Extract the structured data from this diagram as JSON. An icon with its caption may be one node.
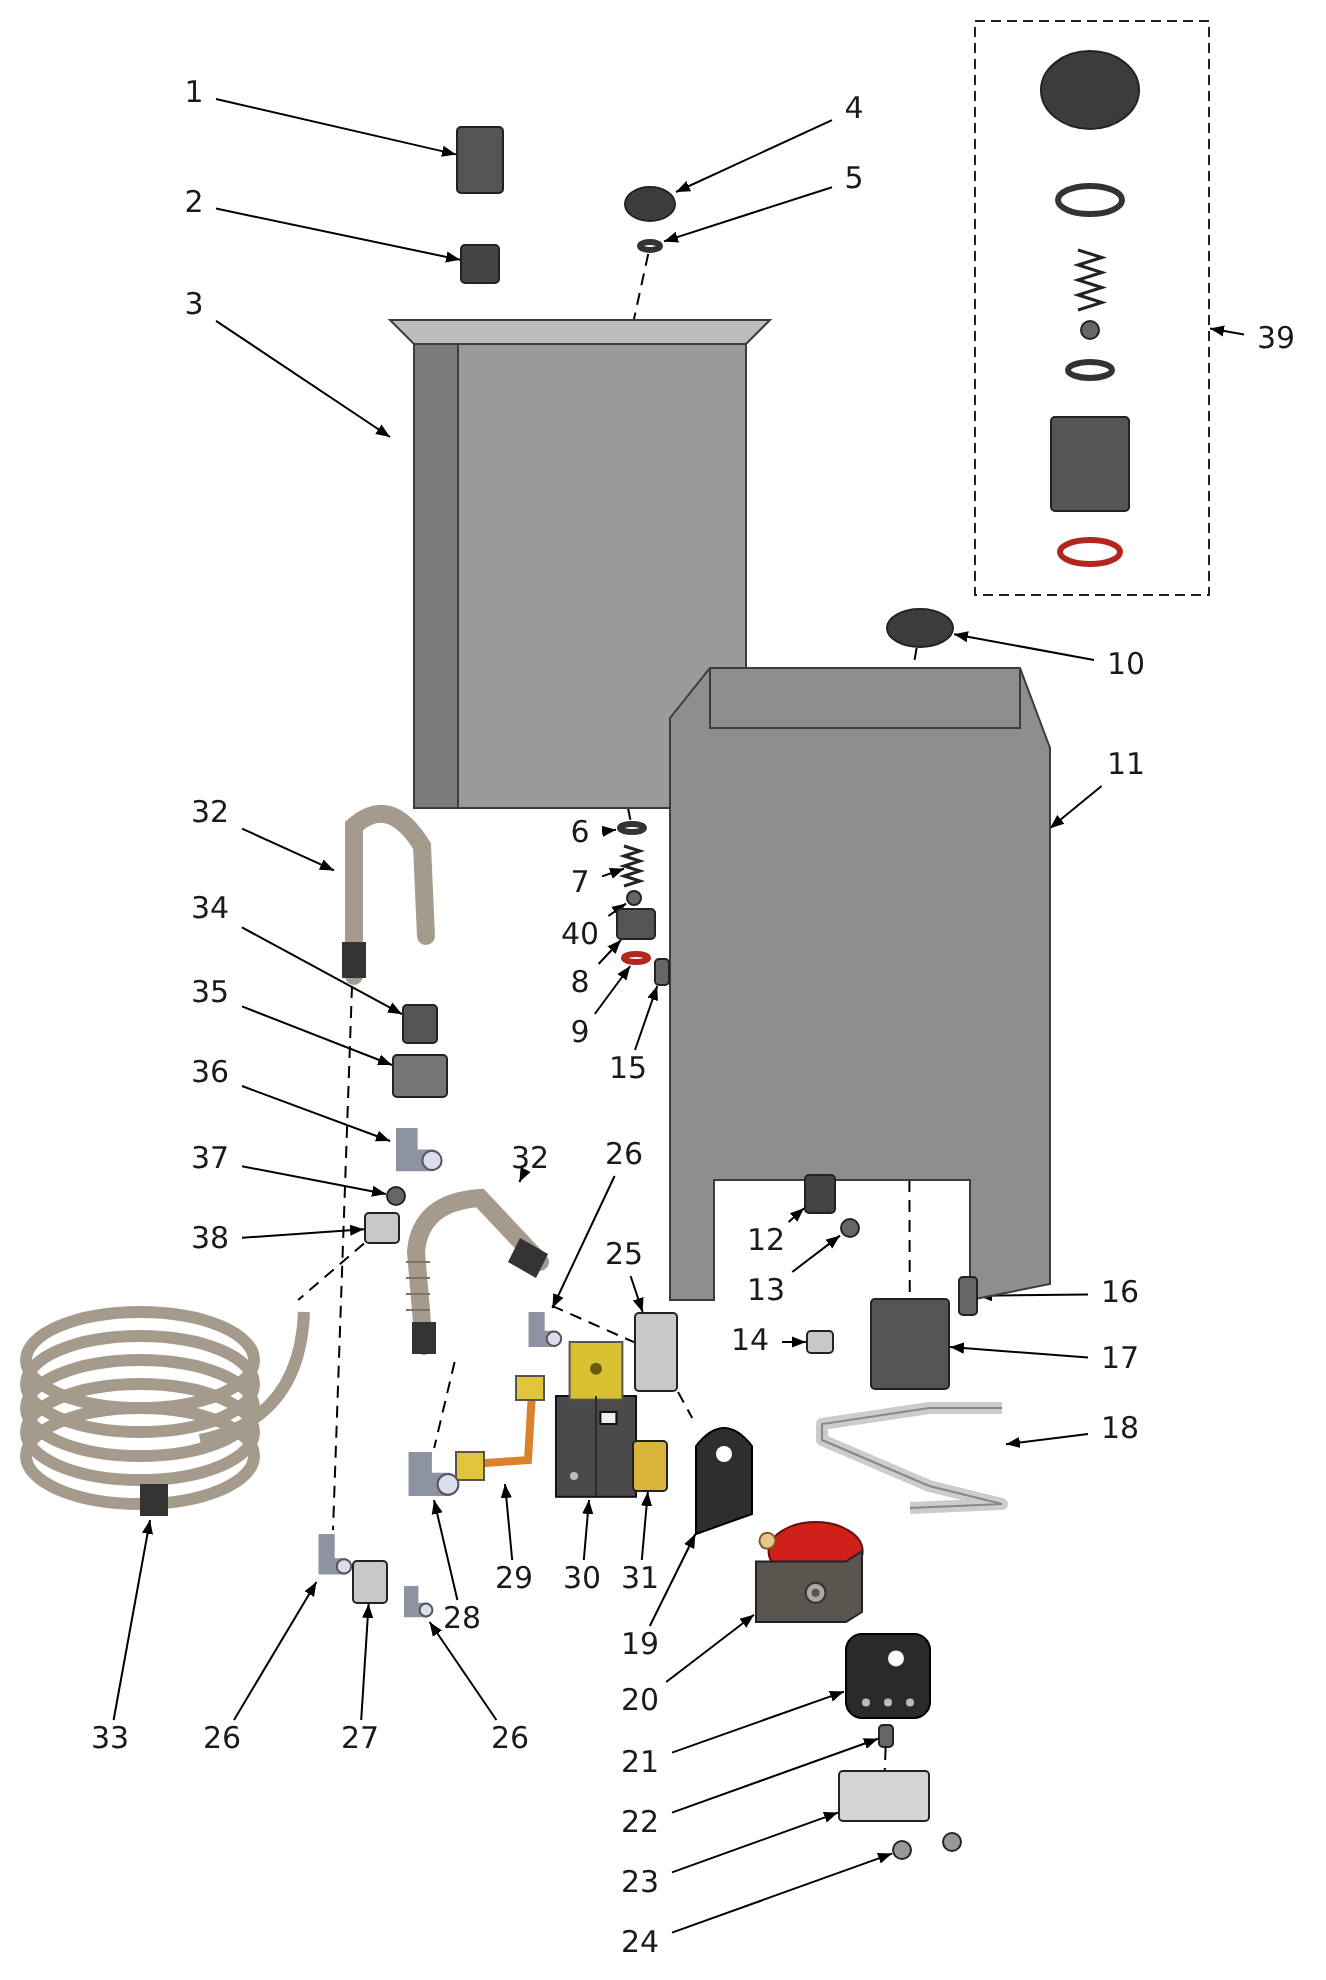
{
  "diagram": {
    "nodes": [
      {
        "text": [
          "1"
        ]
      },
      {
        "text": [],
        "shape": "box"
      },
      {
        "text": [
          "2"
        ]
      },
      {
        "text": [],
        "shape": "box"
      },
      {
        "text": [
          "3"
        ]
      },
      {
        "text": [],
        "shape": "picture"
      },
      {
        "text": [
          "4"
        ]
      },
      {
        "text": [],
        "shape": "circle"
      },
      {
        "text": [
          "5"
        ]
      },
      {
        "text": [],
        "shape": "circle"
      },
      {
        "text": [
          "39"
        ]
      },
      {
        "text": [],
        "shape": "box"
      },
      {
        "text": [],
        "shape": "circle",
        "in": 11
      },
      {
        "text": [],
        "shape": "circle",
        "in": 11
      },
      {
        "text": [],
        "shape": "picture",
        "in": 11
      },
      {
        "text": [],
        "shape": "circle",
        "in": 11
      },
      {
        "text": [],
        "shape": "circle",
        "in": 11
      },
      {
        "text": [],
        "shape": "box",
        "in": 11
      },
      {
        "text": [],
        "shape": "circle",
        "in": 11
      },
      {
        "text": [
          "10"
        ]
      },
      {
        "text": [],
        "shape": "circle"
      },
      {
        "text": [
          "11"
        ]
      },
      {
        "text": [],
        "shape": "picture"
      },
      {
        "text": [
          "6"
        ]
      },
      {
        "text": [],
        "shape": "circle"
      },
      {
        "text": [
          "7"
        ]
      },
      {
        "text": [],
        "shape": "picture"
      },
      {
        "text": [
          "40"
        ]
      },
      {
        "text": [],
        "shape": "circle"
      },
      {
        "text": [
          "8"
        ]
      },
      {
        "text": [],
        "shape": "box"
      },
      {
        "text": [
          "9"
        ]
      },
      {
        "text": [],
        "shape": "circle"
      },
      {
        "text": [
          "15"
        ]
      },
      {
        "text": [],
        "shape": "box"
      },
      {
        "text": [
          "32"
        ]
      },
      {
        "text": [],
        "shape": "picture"
      },
      {
        "text": [
          "34"
        ]
      },
      {
        "text": [],
        "shape": "box"
      },
      {
        "text": [
          "35"
        ]
      },
      {
        "text": [],
        "shape": "box"
      },
      {
        "text": [
          "36"
        ]
      },
      {
        "text": [],
        "shape": "picture"
      },
      {
        "text": [
          "37"
        ]
      },
      {
        "text": [],
        "shape": "circle"
      },
      {
        "text": [
          "38"
        ]
      },
      {
        "text": [],
        "shape": "box"
      },
      {
        "text": [
          "32"
        ]
      },
      {
        "text": [],
        "shape": "picture"
      },
      {
        "text": [
          "26"
        ]
      },
      {
        "text": [],
        "shape": "picture"
      },
      {
        "text": [
          "25"
        ]
      },
      {
        "text": [],
        "shape": "box"
      },
      {
        "text": [
          "12"
        ]
      },
      {
        "text": [],
        "shape": "box"
      },
      {
        "text": [
          "13"
        ]
      },
      {
        "text": [],
        "shape": "circle"
      },
      {
        "text": [
          "16"
        ]
      },
      {
        "text": [],
        "shape": "box"
      },
      {
        "text": [
          "14"
        ]
      },
      {
        "text": [],
        "shape": "box"
      },
      {
        "text": [
          "17"
        ]
      },
      {
        "text": [],
        "shape": "box"
      },
      {
        "text": [
          "18"
        ]
      },
      {
        "text": [],
        "shape": "picture"
      },
      {
        "text": [
          "29"
        ]
      },
      {
        "text": [],
        "shape": "picture"
      },
      {
        "text": [
          "30"
        ]
      },
      {
        "text": [],
        "shape": "picture"
      },
      {
        "text": [
          "31"
        ]
      },
      {
        "text": [],
        "shape": "box"
      },
      {
        "text": [
          "28"
        ]
      },
      {
        "text": [],
        "shape": "picture"
      },
      {
        "text": [
          "19"
        ]
      },
      {
        "text": [],
        "shape": "picture"
      },
      {
        "text": [
          "20"
        ]
      },
      {
        "text": [],
        "shape": "picture"
      },
      {
        "text": [
          "21"
        ]
      },
      {
        "text": [],
        "shape": "picture"
      },
      {
        "text": [
          "22"
        ]
      },
      {
        "text": [],
        "shape": "box"
      },
      {
        "text": [
          "23"
        ]
      },
      {
        "text": [],
        "shape": "box"
      },
      {
        "text": [
          "24"
        ]
      },
      {
        "text": [],
        "shape": "circle"
      },
      {
        "text": [
          "33"
        ]
      },
      {
        "text": [],
        "shape": "picture"
      },
      {
        "text": [
          "26"
        ]
      },
      {
        "text": [],
        "shape": "picture"
      },
      {
        "text": [
          "27"
        ]
      },
      {
        "text": [],
        "shape": "box"
      },
      {
        "text": [
          "26"
        ]
      },
      {
        "text": [],
        "shape": "picture"
      },
      {
        "text": [],
        "shape": "circle"
      }
    ],
    "edges": [
      {
        "from": 0,
        "to": 1,
        "arrow": "to"
      },
      {
        "from": 2,
        "to": 3,
        "arrow": "to"
      },
      {
        "from": 4,
        "to": 5,
        "arrow": "to"
      },
      {
        "from": 6,
        "to": 7,
        "arrow": "to"
      },
      {
        "from": 8,
        "to": 9,
        "arrow": "to"
      },
      {
        "from": 10,
        "to": 11,
        "arrow": "to"
      },
      {
        "from": 19,
        "to": 20,
        "arrow": "to"
      },
      {
        "from": 21,
        "to": 22,
        "arrow": "to"
      },
      {
        "from": 23,
        "to": 24,
        "arrow": "to"
      },
      {
        "from": 25,
        "to": 26,
        "arrow": "to"
      },
      {
        "from": 27,
        "to": 28,
        "arrow": "to"
      },
      {
        "from": 29,
        "to": 30,
        "arrow": "to"
      },
      {
        "from": 31,
        "to": 32,
        "arrow": "to"
      },
      {
        "from": 33,
        "to": 34,
        "arrow": "to"
      },
      {
        "from": 35,
        "to": 36,
        "arrow": "to"
      },
      {
        "from": 37,
        "to": 38,
        "arrow": "to"
      },
      {
        "from": 39,
        "to": 40,
        "arrow": "to"
      },
      {
        "from": 41,
        "to": 42,
        "arrow": "to"
      },
      {
        "from": 43,
        "to": 44,
        "arrow": "to"
      },
      {
        "from": 45,
        "to": 46,
        "arrow": "to"
      },
      {
        "from": 47,
        "to": 48,
        "arrow": "to"
      },
      {
        "from": 49,
        "to": 50,
        "arrow": "to"
      },
      {
        "from": 51,
        "to": 52,
        "arrow": "to"
      },
      {
        "from": 53,
        "to": 54,
        "arrow": "to"
      },
      {
        "from": 55,
        "to": 56,
        "arrow": "to"
      },
      {
        "from": 57,
        "to": 58,
        "arrow": "to"
      },
      {
        "from": 59,
        "to": 60,
        "arrow": "to"
      },
      {
        "from": 61,
        "to": 62,
        "arrow": "to"
      },
      {
        "from": 63,
        "to": 64,
        "arrow": "to"
      },
      {
        "from": 65,
        "to": 66,
        "arrow": "to"
      },
      {
        "from": 67,
        "to": 68,
        "arrow": "to"
      },
      {
        "from": 69,
        "to": 70,
        "arrow": "to"
      },
      {
        "from": 71,
        "to": 72,
        "arrow": "to"
      },
      {
        "from": 73,
        "to": 74,
        "arrow": "to"
      },
      {
        "from": 75,
        "to": 76,
        "arrow": "to"
      },
      {
        "from": 77,
        "to": 78,
        "arrow": "to"
      },
      {
        "from": 79,
        "to": 80,
        "arrow": "to"
      },
      {
        "from": 81,
        "to": 82,
        "arrow": "to"
      },
      {
        "from": 83,
        "to": 84,
        "arrow": "to"
      },
      {
        "from": 85,
        "to": 86,
        "arrow": "to"
      },
      {
        "from": 87,
        "to": 88,
        "arrow": "to"
      },
      {
        "from": 89,
        "to": 90,
        "arrow": "to"
      },
      {
        "from": 91,
        "to": 92,
        "arrow": "to"
      },
      {
        "from": 9,
        "to": 5,
        "arrow": "none",
        "style": "dashed"
      },
      {
        "from": 5,
        "to": 24,
        "arrow": "none",
        "style": "dashed"
      },
      {
        "from": 20,
        "to": 22,
        "arrow": "none",
        "style": "dashed"
      },
      {
        "from": 22,
        "to": 62,
        "arrow": "none",
        "style": "dashed"
      },
      {
        "from": 36,
        "to": 88,
        "arrow": "none",
        "style": "dashed"
      },
      {
        "from": 46,
        "to": 86,
        "arrow": "none",
        "style": "dashed"
      },
      {
        "from": 48,
        "to": 72,
        "arrow": "none",
        "style": "dashed"
      },
      {
        "from": 48,
        "to": 52,
        "arrow": "none",
        "style": "dashed"
      },
      {
        "from": 52,
        "to": 74,
        "arrow": "none",
        "style": "dashed"
      },
      {
        "from": 80,
        "to": 82,
        "arrow": "none",
        "style": "dashed"
      }
    ]
  }
}
